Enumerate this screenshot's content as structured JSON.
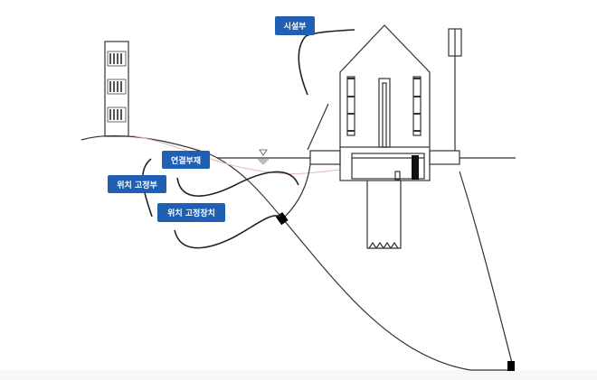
{
  "labels": {
    "facility": "시설부",
    "connector": "연결부재",
    "position_fixing_part": "위치 고정부",
    "position_fixing_device": "위치 고정장치"
  },
  "colors": {
    "label_bg": "#1f5fb4",
    "label_text": "#ffffff",
    "line": "#333333"
  }
}
